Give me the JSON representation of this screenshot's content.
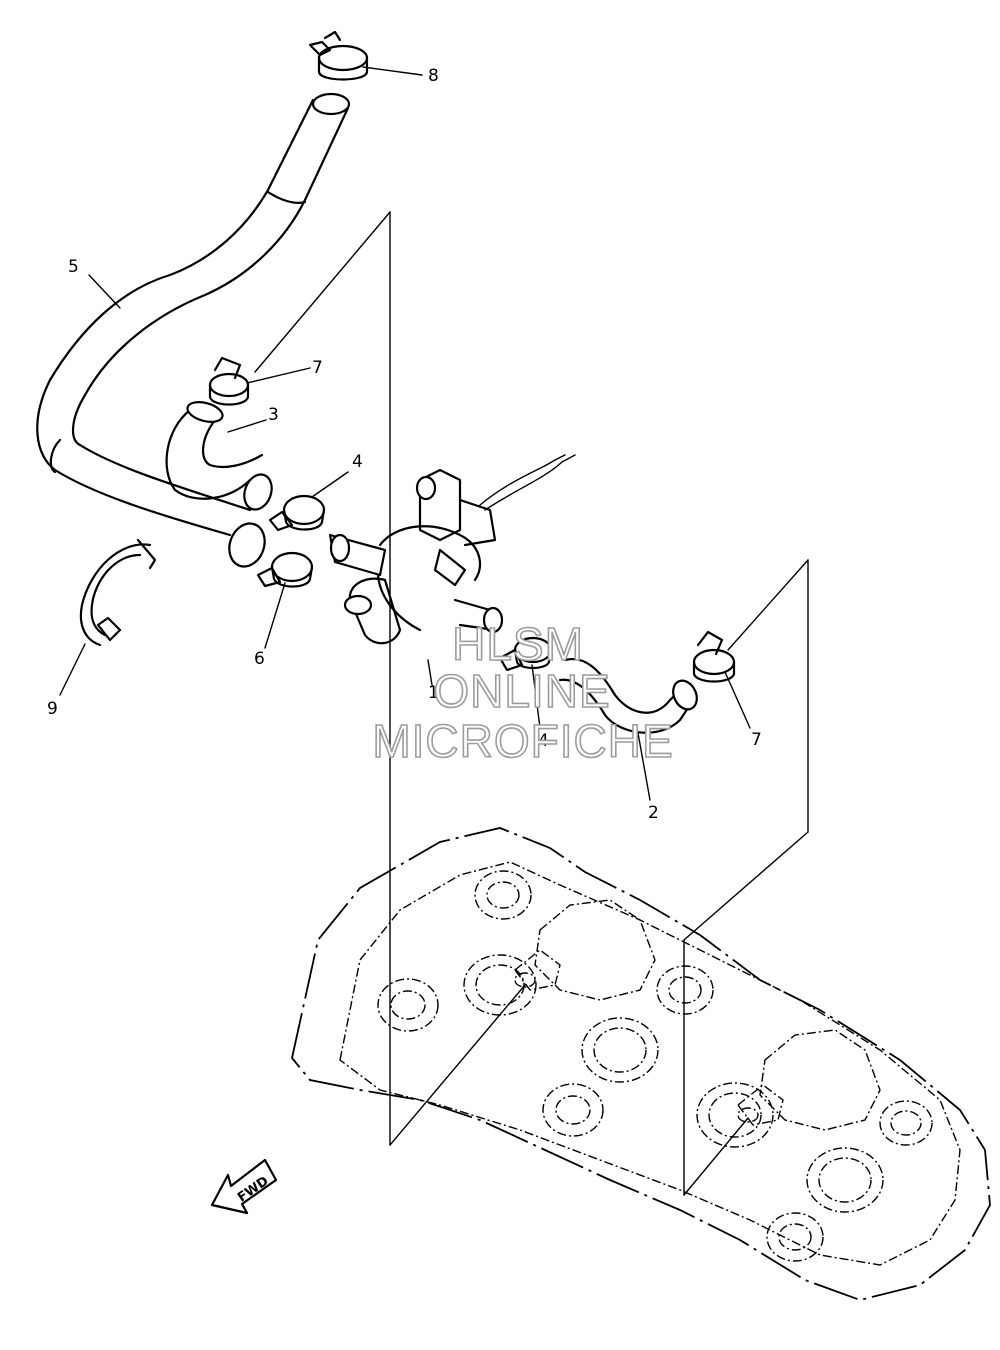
{
  "callouts": {
    "part_1": "1",
    "part_2": "2",
    "part_3": "3",
    "part_4_upper": "4",
    "part_4_lower": "4",
    "part_5": "5",
    "part_6": "6",
    "part_7_upper": "7",
    "part_7_lower": "7",
    "part_8": "8",
    "part_9": "9"
  },
  "watermark": {
    "line1": "HLSM",
    "line2": "ONLINE",
    "line3": "MICROFICHE"
  },
  "direction_arrow": {
    "label": "FWD"
  }
}
